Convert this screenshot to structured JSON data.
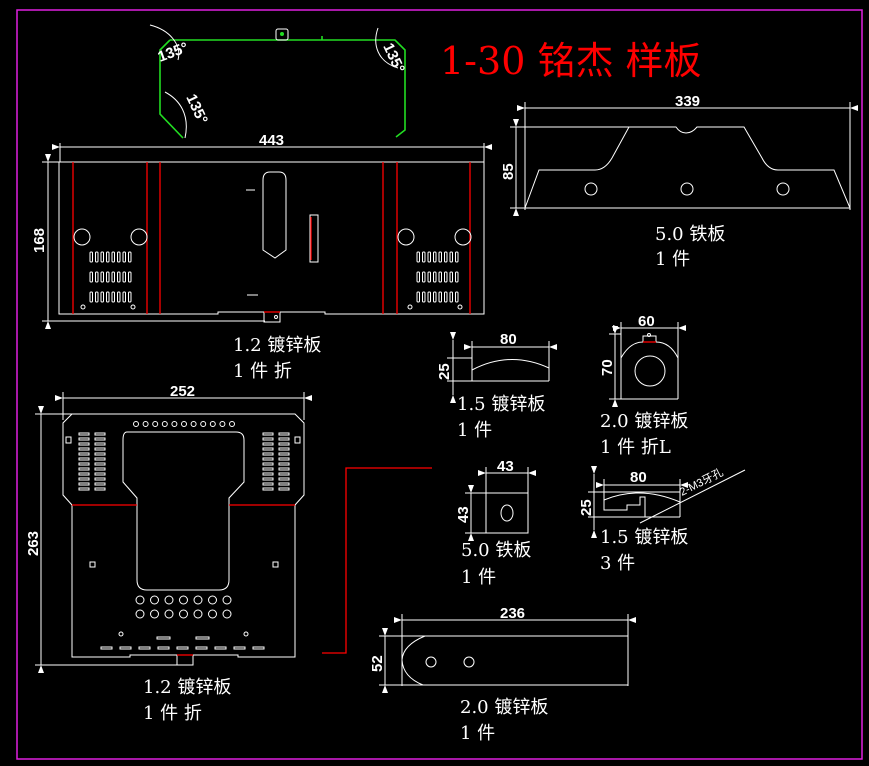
{
  "title": "1-30 铭杰   样板",
  "colors": {
    "background": "#000000",
    "frame": "#e020e0",
    "outline": "#ffffff",
    "bend_line": "#ff0000",
    "profile": "#22dd22",
    "title": "#ff0000"
  },
  "bend_profile": {
    "angles": [
      "135°",
      "135°",
      "135°"
    ]
  },
  "parts": [
    {
      "id": "main-panel",
      "width": "443",
      "height": "168",
      "material": "1.2 镀锌板",
      "qty": "1 件 折"
    },
    {
      "id": "trapezoid-plate",
      "width": "339",
      "height": "85",
      "material": "5.0 铁板",
      "qty": "1 件"
    },
    {
      "id": "arc-strip",
      "width": "80",
      "height": "25",
      "material": "1.5 镀锌板",
      "qty": "1 件"
    },
    {
      "id": "round-bracket",
      "width": "60",
      "height": "70",
      "material": "2.0 镀锌板",
      "qty": "1 件 折L"
    },
    {
      "id": "square-plate",
      "width": "43",
      "height": "43",
      "material": "5.0 铁板",
      "qty": "1 件"
    },
    {
      "id": "threaded-strip",
      "width": "80",
      "height": "25",
      "material": "1.5 镀锌板",
      "qty": "3 件",
      "note": "2-M3牙孔"
    },
    {
      "id": "tray-panel",
      "width": "252",
      "height": "263",
      "material": "1.2 镀锌板",
      "qty": "1 件 折"
    },
    {
      "id": "long-strip",
      "width": "236",
      "height": "52",
      "material": "2.0 镀锌板",
      "qty": "1 件"
    }
  ]
}
